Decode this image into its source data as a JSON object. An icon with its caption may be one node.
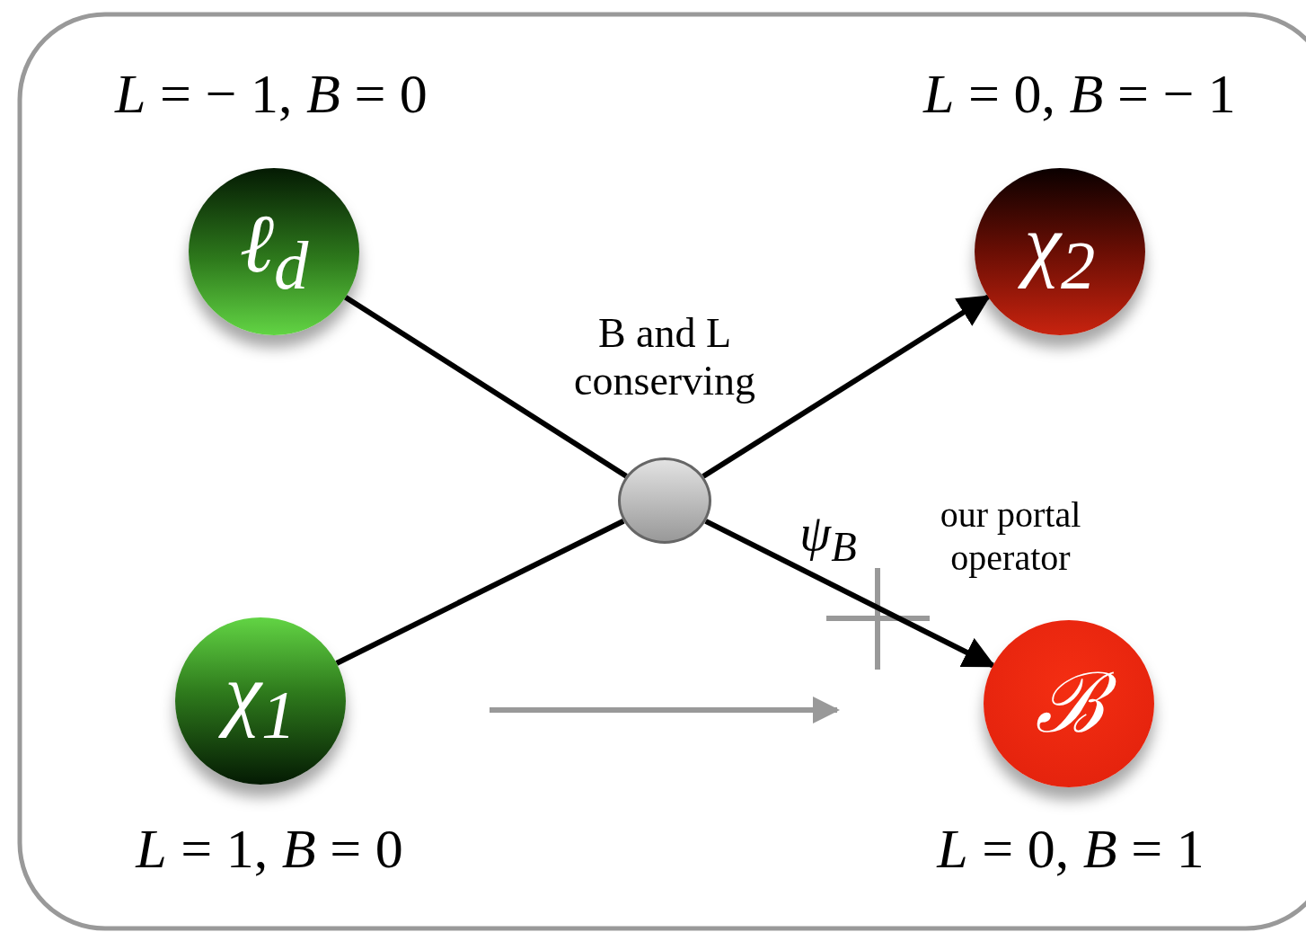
{
  "diagram": {
    "nodes": [
      {
        "text": [
          "ℓ$_{d}$"
        ],
        "beside": [
          "*L* = − 1, *B* = 0"
        ]
      },
      {
        "text": [
          "χ$_{2}$"
        ],
        "beside": [
          "*L* = 0, *B* = − 1"
        ]
      },
      {
        "text": [],
        "shape": "circle",
        "beside": [
          "B and L conserving"
        ]
      },
      {
        "text": [
          "χ$_{1}$"
        ],
        "beside": [
          "*L* = 1, *B* = 0"
        ]
      },
      {
        "text": [
          "ℬ"
        ],
        "beside": [
          "*L* = 0, *B* = 1"
        ]
      }
    ],
    "edges": [
      {
        "from": 0,
        "to": 2,
        "arrow": "none"
      },
      {
        "from": 3,
        "to": 2,
        "arrow": "none"
      },
      {
        "from": 2,
        "to": 1,
        "arrow": "to"
      },
      {
        "from": 2,
        "to": 4,
        "arrow": "to",
        "label": "ψ$_{B}$"
      }
    ],
    "labels": [
      "our portal operator"
    ]
  }
}
